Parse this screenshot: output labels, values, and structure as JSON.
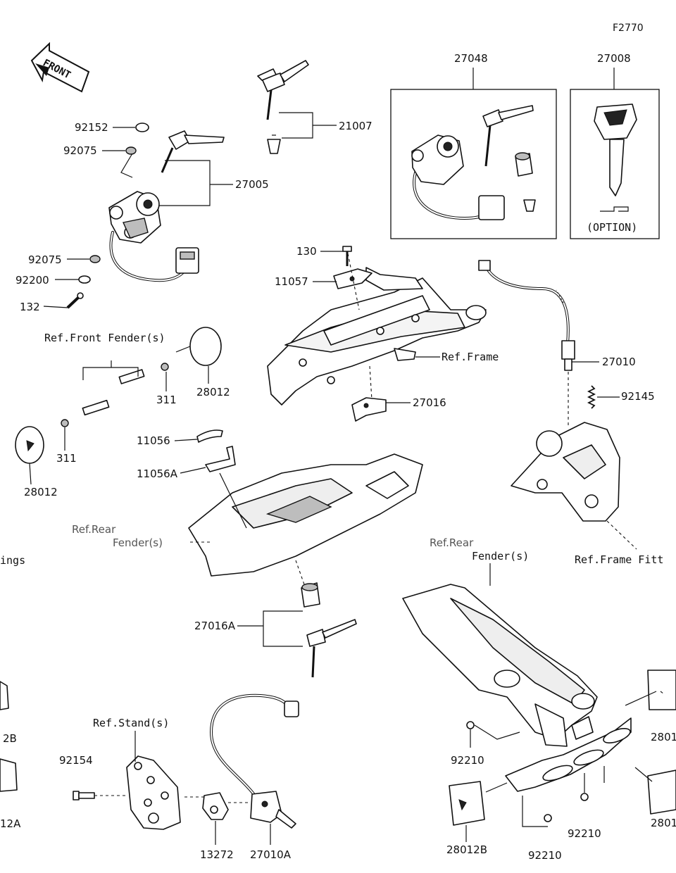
{
  "figure_code": "F2770",
  "front_arrow_text": "FRONT",
  "option_text": "(OPTION)",
  "refs": {
    "front_fender": "Ref.Front Fender(s)",
    "frame": "Ref.Frame",
    "frame_fittings": "Ref.Frame Fitt",
    "rear_fender_top": "Ref.Rear",
    "rear_fender_bottom": "Fender(s)",
    "stand": "Ref.Stand(s)",
    "left_cut": "ings",
    "rear_cowl_1": "Ref.Rear",
    "rear_cowl_2": "Fender(s)"
  },
  "labels": [
    {
      "id": "92152",
      "text": "92152"
    },
    {
      "id": "92075a",
      "text": "92075"
    },
    {
      "id": "27005",
      "text": "27005"
    },
    {
      "id": "92075b",
      "text": "92075"
    },
    {
      "id": "92200",
      "text": "92200"
    },
    {
      "id": "132",
      "text": "132"
    },
    {
      "id": "21007",
      "text": "21007"
    },
    {
      "id": "27048",
      "text": "27048"
    },
    {
      "id": "27008",
      "text": "27008"
    },
    {
      "id": "130",
      "text": "130"
    },
    {
      "id": "11057",
      "text": "11057"
    },
    {
      "id": "27010",
      "text": "27010"
    },
    {
      "id": "92145",
      "text": "92145"
    },
    {
      "id": "27016",
      "text": "27016"
    },
    {
      "id": "311a",
      "text": "311"
    },
    {
      "id": "28012a",
      "text": "28012"
    },
    {
      "id": "311b",
      "text": "311"
    },
    {
      "id": "28012b",
      "text": "28012"
    },
    {
      "id": "11056",
      "text": "11056"
    },
    {
      "id": "11056A",
      "text": "11056A"
    },
    {
      "id": "27016A",
      "text": "27016A"
    },
    {
      "id": "92154",
      "text": "92154"
    },
    {
      "id": "13272",
      "text": "13272"
    },
    {
      "id": "27010A",
      "text": "27010A"
    },
    {
      "id": "92210a",
      "text": "92210"
    },
    {
      "id": "92210b",
      "text": "92210"
    },
    {
      "id": "92210c",
      "text": "92210"
    },
    {
      "id": "28012B",
      "text": "28012B"
    },
    {
      "id": "2801a",
      "text": "2801"
    },
    {
      "id": "2801b",
      "text": "2801"
    },
    {
      "id": "2B",
      "text": "2B"
    },
    {
      "id": "12A",
      "text": "12A"
    }
  ]
}
